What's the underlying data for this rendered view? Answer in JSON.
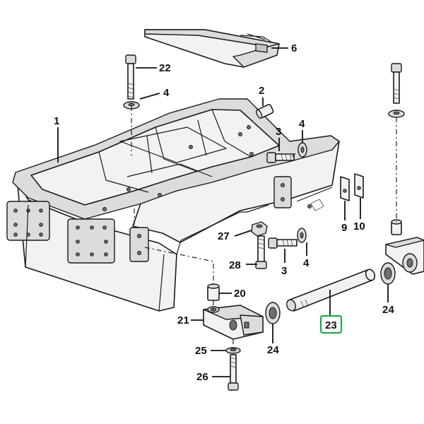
{
  "diagram": {
    "highlight_color": "#1fa84a",
    "callouts": [
      {
        "id": "c1",
        "label": "1"
      },
      {
        "id": "c2",
        "label": "2"
      },
      {
        "id": "c3a",
        "label": "3"
      },
      {
        "id": "c3b",
        "label": "3"
      },
      {
        "id": "c4a",
        "label": "4"
      },
      {
        "id": "c4b",
        "label": "4"
      },
      {
        "id": "c4c",
        "label": "4"
      },
      {
        "id": "c6",
        "label": "6"
      },
      {
        "id": "c9",
        "label": "9"
      },
      {
        "id": "c10",
        "label": "10"
      },
      {
        "id": "c20",
        "label": "20"
      },
      {
        "id": "c21",
        "label": "21"
      },
      {
        "id": "c22",
        "label": "22"
      },
      {
        "id": "c23",
        "label": "23",
        "highlighted": true
      },
      {
        "id": "c24a",
        "label": "24"
      },
      {
        "id": "c24b",
        "label": "24"
      },
      {
        "id": "c25",
        "label": "25"
      },
      {
        "id": "c26",
        "label": "26"
      },
      {
        "id": "c27",
        "label": "27"
      },
      {
        "id": "c28",
        "label": "28"
      }
    ]
  }
}
